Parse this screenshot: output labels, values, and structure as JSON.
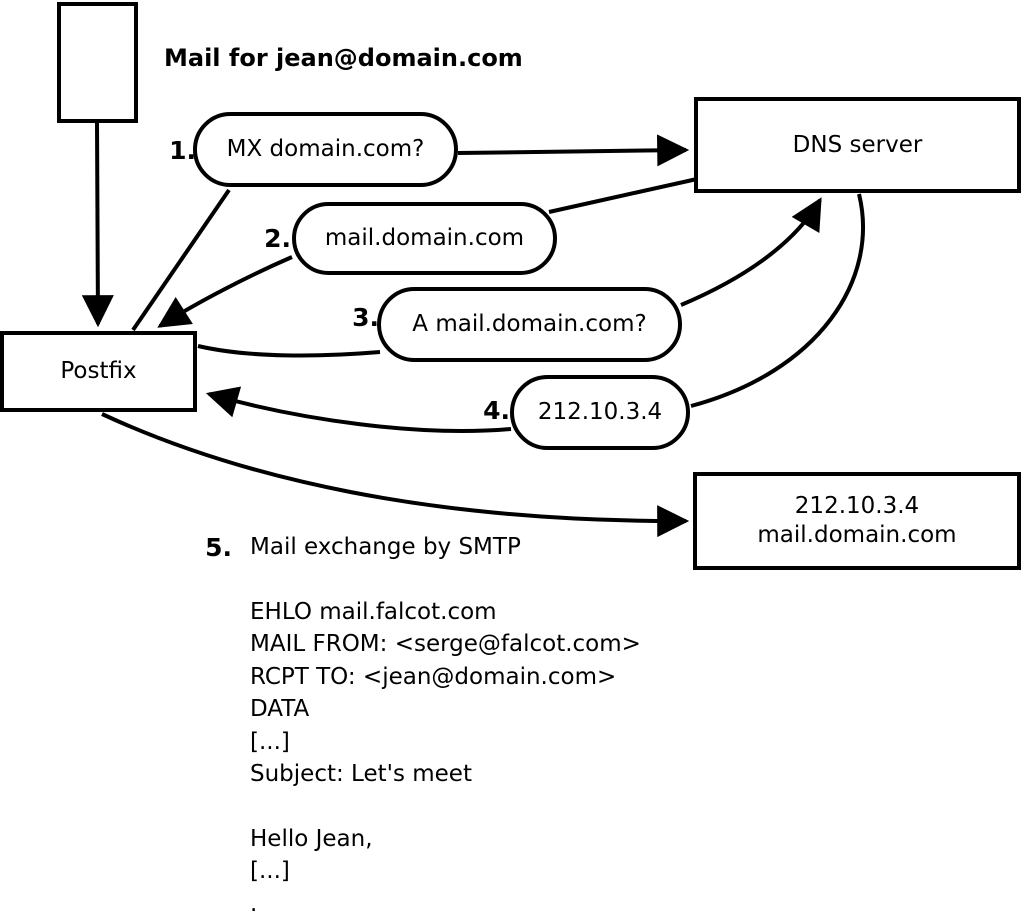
{
  "colors": {
    "ink": "#000000",
    "paper": "#ffffff"
  },
  "diagram": {
    "mail_label": "Mail for jean@domain.com",
    "nodes": {
      "envelope": "",
      "postfix": "Postfix",
      "dns": "DNS server",
      "target": {
        "line1": "212.10.3.4",
        "line2": "mail.domain.com"
      }
    },
    "steps": [
      {
        "num": "1.",
        "label": "MX domain.com?"
      },
      {
        "num": "2.",
        "label": "mail.domain.com"
      },
      {
        "num": "3.",
        "label": "A mail.domain.com?"
      },
      {
        "num": "4.",
        "label": "212.10.3.4"
      },
      {
        "num": "5.",
        "label": "Mail exchange by SMTP"
      }
    ],
    "smtp_session": [
      "EHLO mail.falcot.com",
      "MAIL FROM: <serge@falcot.com>",
      "RCPT TO: <jean@domain.com>",
      "DATA",
      "[...]",
      "Subject: Let's meet",
      "",
      "Hello Jean,",
      "[...]",
      "."
    ]
  }
}
